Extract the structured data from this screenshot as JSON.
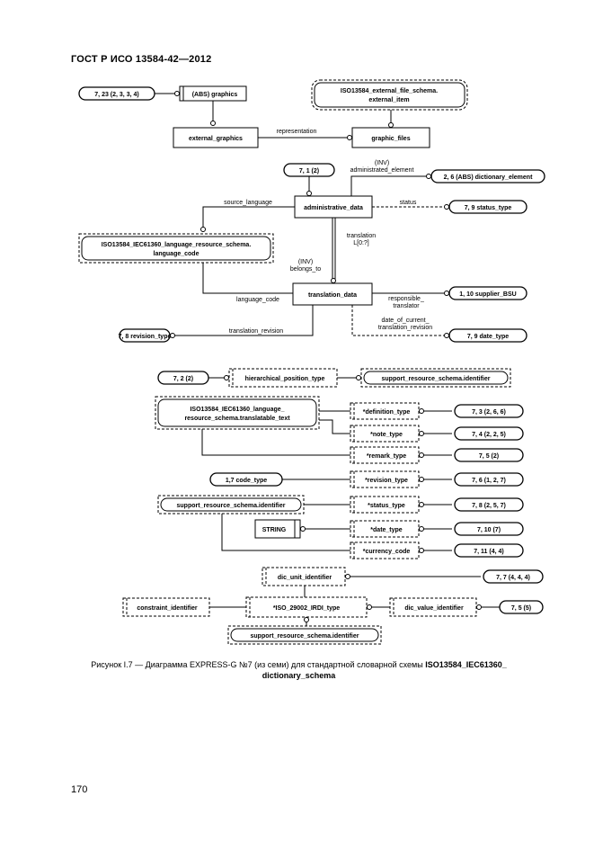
{
  "header": {
    "standard": "ГОСТ Р ИСО 13584-42—2012"
  },
  "diagram": {
    "entities": {
      "abs_graphics": "(ABS) graphics",
      "external_graphics": "external_graphics",
      "graphic_files": "graphic_files",
      "external_file_schema_1": "ISO13584_external_file_schema.",
      "external_file_schema_2": "external_item",
      "administrative_data": "administrative_data",
      "language_code_schema_1": "ISO13584_IEC61360_language_resource_schema.",
      "language_code_schema_2": "language_code",
      "translation_data": "translation_data",
      "hierarchical_position_type": "hierarchical_position_type",
      "support_resource_identifier_1": "support_resource_schema.identifier",
      "translatable_text_1": "ISO13584_IEC61360_language_",
      "translatable_text_2": "resource_schema.translatable_text",
      "definition_type": "*definition_type",
      "note_type": "*note_type",
      "remark_type": "*remark_type",
      "revision_type": "*revision_type",
      "status_type": "*status_type",
      "date_type": "*date_type",
      "currency_code": "*currency_code",
      "support_resource_identifier_2": "support_resource_schema.identifier",
      "string": "STRING",
      "dic_unit_identifier": "dic_unit_identifier",
      "constraint_identifier": "constraint_identifier",
      "iso_irdi_type": "*ISO_29002_IRDI_type",
      "dic_value_identifier": "dic_value_identifier",
      "support_resource_identifier_3": "support_resource_schema.identifier"
    },
    "refs": {
      "r_7_23": "7, 23 (2, 3, 3, 4)",
      "r_7_1": "7, 1 (2)",
      "r_2_6": "2, 6 (ABS) dictionary_element",
      "r_7_9_status": "7, 9 status_type",
      "r_1_10": "1, 10 supplier_BSU",
      "r_7_8_revision": "7, 8 revision_type",
      "r_7_9_date": "7, 9 date_type",
      "r_7_2": "7, 2 (2)",
      "r_7_3": "7, 3 (2, 6, 6)",
      "r_7_4": "7, 4 (2, 2, 5)",
      "r_7_5": "7, 5 (2)",
      "r_1_7_code": "1,7 code_type",
      "r_7_6": "7, 6 (1, 2, 7)",
      "r_7_8_b": "7, 8 (2, 5, 7)",
      "r_7_10": "7, 10 (7)",
      "r_7_11": "7, 11 (4, 4)",
      "r_7_7": "7, 7 (4, 4, 4)",
      "r_7_5_b": "7, 5 (5)"
    },
    "labels": {
      "representation": "representation",
      "inv_administrated_1": "(INV)",
      "inv_administrated_2": "administrated_element",
      "source_language": "source_language",
      "status": "status",
      "translation_1": "translation",
      "translation_2": "L[0:?]",
      "inv_belongs_1": "(INV)",
      "inv_belongs_2": "belongs_to",
      "language_code": "language_code",
      "responsible_1": "responsible_",
      "responsible_2": "translator",
      "date_of_current_1": "date_of_current_",
      "date_of_current_2": "translation_revision",
      "translation_revision": "translation_revision"
    }
  },
  "caption": {
    "prefix": "Рисунок I.7 — Диаграмма EXPRESS-G №7 (из семи) для стандартной словарной схемы ",
    "bold_1": "ISO13584_IEC61360_",
    "bold_2": "dictionary_schema"
  },
  "page_number": "170"
}
